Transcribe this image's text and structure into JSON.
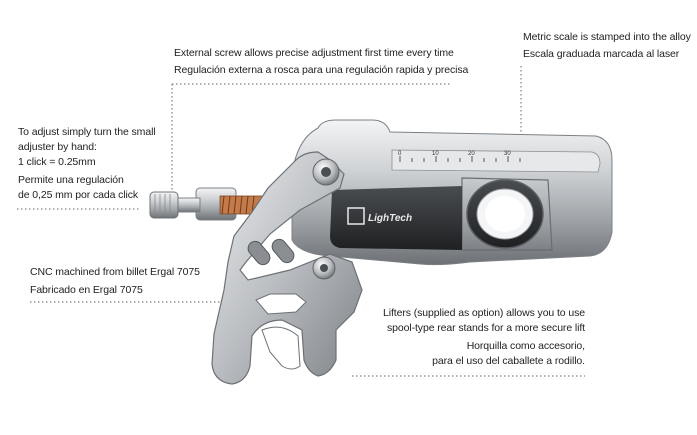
{
  "annotations": {
    "top_center": {
      "en": "External screw allows precise adjustment first time every time",
      "es": "Regulación externa a rosca para una regulación rapida y precisa"
    },
    "top_right": {
      "en": "Metric scale is stamped into the alloy",
      "es": "Escala graduada marcada al laser"
    },
    "left": {
      "en_line1": "To adjust simply turn the small",
      "en_line2": "adjuster by hand:",
      "en_line3": "1 click = 0.25mm",
      "es_line1": "Permite una regulación",
      "es_line2": "de 0,25 mm por cada click"
    },
    "left_lower": {
      "en": "CNC machined from billet Ergal 7075",
      "es": "Fabricado en Ergal 7075"
    },
    "bottom_right": {
      "en_line1": "Lifters (supplied as option) allows you to use",
      "en_line2": "spool-type rear stands for a more secure lift",
      "es_line1": "Horquilla como accesorio,",
      "es_line2": "para el uso del caballete a rodillo."
    }
  },
  "product": {
    "brand_logo_text": "LighTech",
    "scale_marks": [
      "0",
      "10",
      "20",
      "30"
    ],
    "metal_color": "#c9ccd0",
    "leader_color": "#555555"
  }
}
